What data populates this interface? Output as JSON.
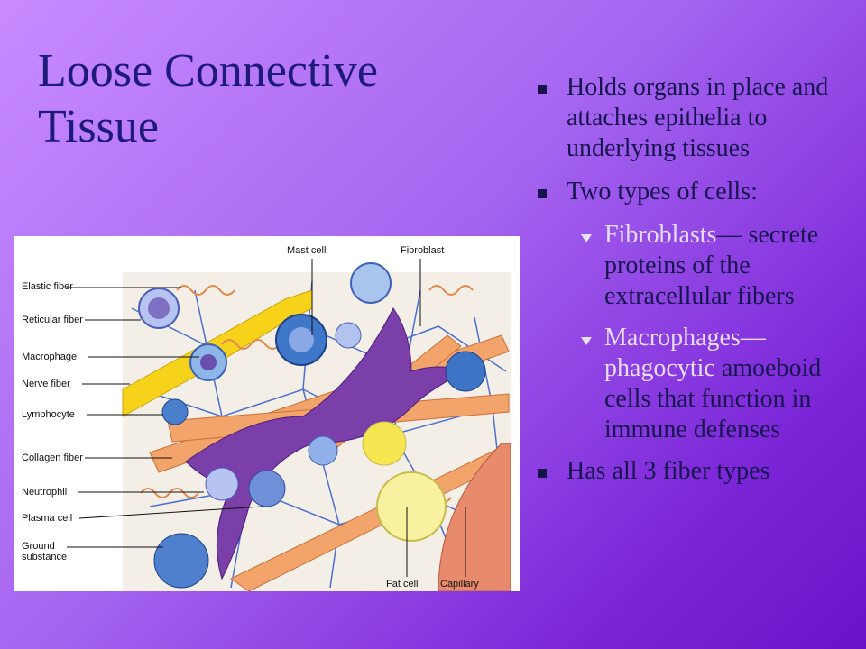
{
  "slide": {
    "title": "Loose Connective Tissue",
    "bullets": {
      "b1": "Holds organs in place and attaches epithelia to underlying tissues",
      "b2": "Two types of cells:",
      "fib_hl": "Fibroblasts",
      "fib_rest": "— secrete proteins of the extracellular fibers",
      "mac_hl": "Macrophages— phagocytic",
      "mac_rest": " amoeboid cells that function in immune defenses",
      "b3": "Has all 3 fiber types"
    }
  },
  "figure": {
    "labels_left": {
      "elastic": "Elastic fiber",
      "reticular": "Reticular fiber",
      "macrophage": "Macrophage",
      "nerve": "Nerve fiber",
      "lymphocyte": "Lymphocyte",
      "collagen": "Collagen fiber",
      "neutrophil": "Neutrophil",
      "plasma": "Plasma cell",
      "ground": "Ground substance"
    },
    "labels_other": {
      "mast": "Mast cell",
      "fibroblast": "Fibroblast",
      "fat": "Fat cell",
      "capillary": "Capillary"
    }
  },
  "colors": {
    "title": "#1d1a7a",
    "bullet_text": "#161650",
    "highlight": "#e5dcff"
  }
}
